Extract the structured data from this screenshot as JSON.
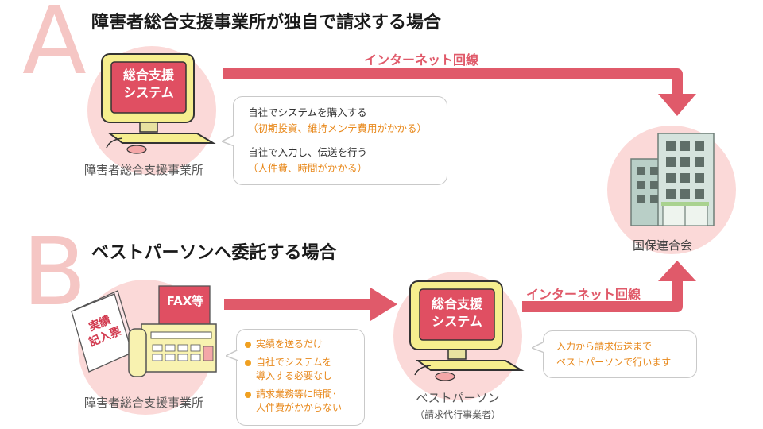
{
  "sectionA": {
    "letter": "A",
    "title": "障害者総合支援事業所が独自で請求する場合",
    "monitor_text": [
      "総合支援",
      "システム"
    ],
    "office_label": "障害者総合支援事業所",
    "network_label": "インターネット回線",
    "callout": {
      "item1": "自社でシステムを購入する",
      "item1_note": "（初期投資、維持メンテ費用がかかる）",
      "item2": "自社で入力し、伝送を行う",
      "item2_note": "（人件費、時間がかかる）"
    }
  },
  "destination": {
    "label": "国保連合会"
  },
  "sectionB": {
    "letter": "B",
    "title": "ベストパーソンへ委託する場合",
    "document_text": [
      "実績",
      "記入票"
    ],
    "fax_text": "FAX等",
    "office_label": "障害者総合支援事業所",
    "bullets": [
      "実績を送るだけ",
      "自社でシステムを\n導入する必要なし",
      "請求業務等に時間･\n人件費がかからない"
    ],
    "monitor_text": [
      "総合支援",
      "システム"
    ],
    "provider_label": "ベストパーソン",
    "provider_sub": "（請求代行事業者）",
    "network_label": "インターネット回線",
    "callout": {
      "line1": "入力から請求伝送まで",
      "line2": "ベストパーソンで行います"
    }
  },
  "colors": {
    "arrow": "#e05a6a",
    "circle": "#fbd9d8",
    "monitor_frame": "#f6ee8e",
    "screen": "#e04f62",
    "accent_text": "#e8891c",
    "letter": "#f5c6c4"
  }
}
